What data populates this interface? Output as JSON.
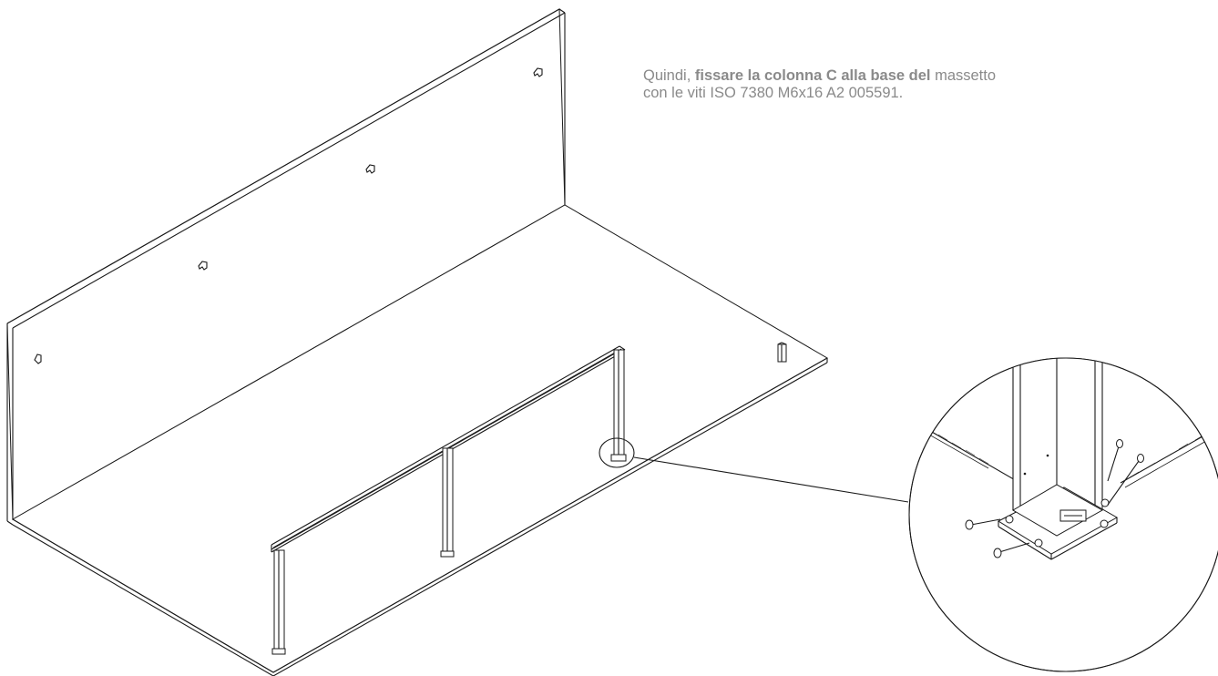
{
  "instruction": {
    "part1": "Quindi, ",
    "part2_bold": "fissare la colonna C alla base del",
    "part3": " massetto",
    "line2": "con le viti ISO 7380 M6x16 A2 005591."
  },
  "colors": {
    "text": "#8a8a8a",
    "linework": "#1a1a1a",
    "background": "#ffffff"
  }
}
